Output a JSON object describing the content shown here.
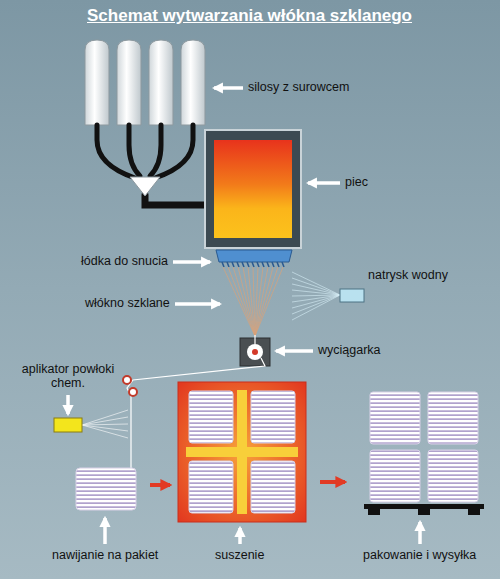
{
  "diagram": {
    "title": "Schemat wytwarzania włókna szklanego",
    "labels": [
      "silosy z surowcem",
      "piec",
      "łódka do snucia",
      "natrysk wodny",
      "włókno szklane",
      "wyciągarka",
      "aplikator powłoki chem.",
      "nawijanie na pakiet",
      "suszenie",
      "pakowanie i wysyłka"
    ]
  }
}
